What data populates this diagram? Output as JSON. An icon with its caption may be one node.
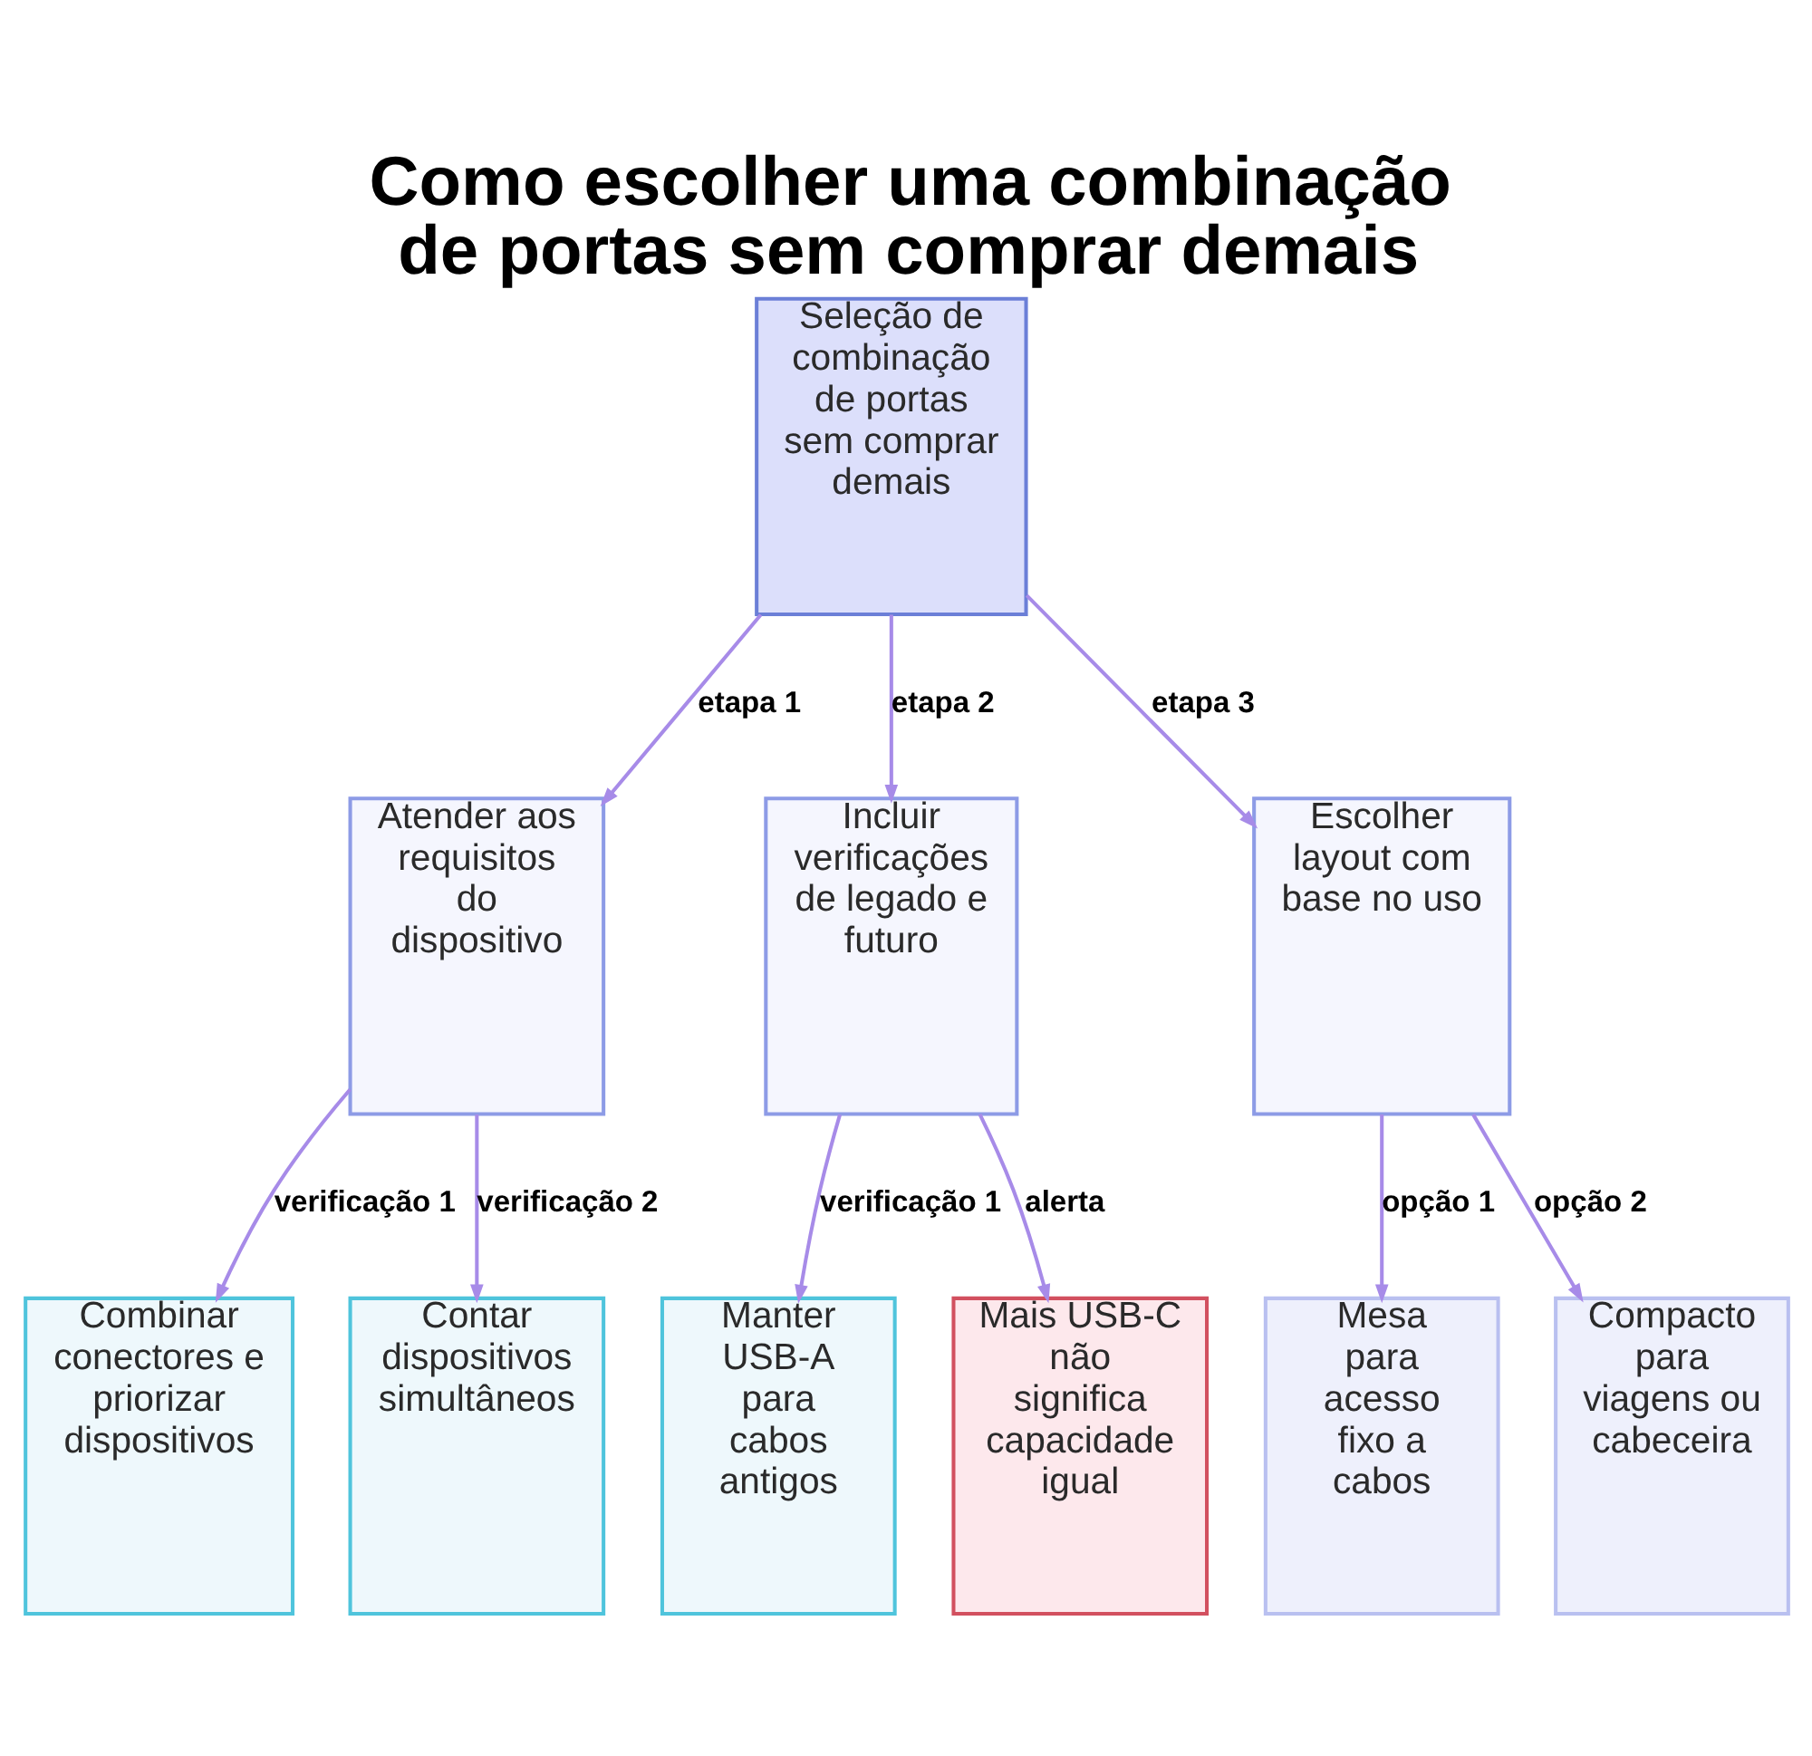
{
  "diagram": {
    "title": "Como escolher uma combinação de portas sem comprar demais",
    "nodes": [
      {
        "text": [
          "Seleção de combinação de portas sem comprar demais"
        ]
      },
      {
        "text": [
          "Atender aos requisitos do dispositivo"
        ]
      },
      {
        "text": [
          "Incluir verificações de legado e futuro"
        ]
      },
      {
        "text": [
          "Escolher layout com base no uso"
        ]
      },
      {
        "text": [
          "Combinar conectores e priorizar dispositivos"
        ]
      },
      {
        "text": [
          "Contar dispositivos simultâneos"
        ]
      },
      {
        "text": [
          "Manter USB-A para cabos antigos"
        ]
      },
      {
        "text": [
          "Mais USB-C não significa capacidade igual"
        ]
      },
      {
        "text": [
          "Mesa para acesso fixo a cabos"
        ]
      },
      {
        "text": [
          "Compacto para viagens ou cabeceira"
        ]
      }
    ],
    "edges": [
      {
        "from": 0,
        "to": 1,
        "arrow": "to",
        "label": "etapa 1"
      },
      {
        "from": 0,
        "to": 2,
        "arrow": "to",
        "label": "etapa 2"
      },
      {
        "from": 0,
        "to": 3,
        "arrow": "to",
        "label": "etapa 3"
      },
      {
        "from": 1,
        "to": 4,
        "arrow": "to",
        "label": "verificação 1"
      },
      {
        "from": 1,
        "to": 5,
        "arrow": "to",
        "label": "verificação 2"
      },
      {
        "from": 2,
        "to": 6,
        "arrow": "to",
        "label": "verificação 1"
      },
      {
        "from": 2,
        "to": 7,
        "arrow": "to",
        "label": "alerta"
      },
      {
        "from": 3,
        "to": 8,
        "arrow": "to",
        "label": "opção 1"
      },
      {
        "from": 3,
        "to": 9,
        "arrow": "to",
        "label": "opção 2"
      }
    ]
  }
}
